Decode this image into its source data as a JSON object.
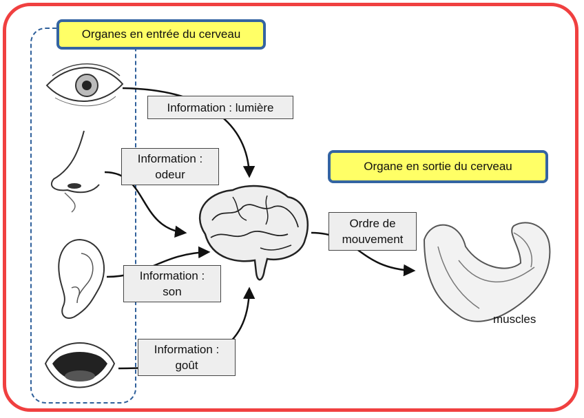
{
  "input_title": "Organes en entrée du cerveau",
  "output_title": "Organe en sortie du cerveau",
  "info_light": [
    "Information : lumière"
  ],
  "info_smell": [
    "Information :",
    "odeur"
  ],
  "info_sound": [
    "Information :",
    "son"
  ],
  "info_taste": [
    "Information :",
    "goût"
  ],
  "order": [
    "Ordre de",
    "mouvement"
  ],
  "muscles_label": "muscles",
  "colors": {
    "frame": "#f04040",
    "title_fill": "#ffff66",
    "title_border": "#3464a2",
    "dash": "#2e5f9a",
    "info_fill": "#eeeeee"
  }
}
